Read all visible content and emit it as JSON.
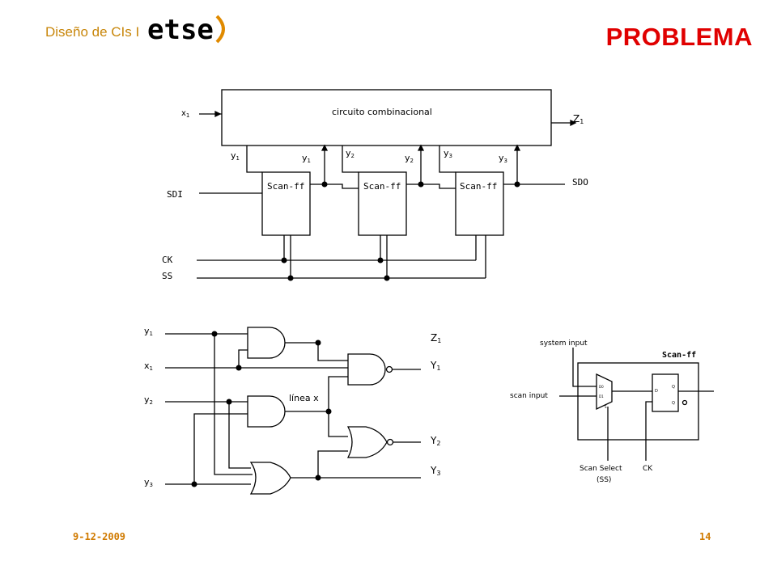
{
  "header": {
    "course": "Diseño de CIs I",
    "logo_text": "etse",
    "title": "PROBLEMA"
  },
  "footer": {
    "date": "9-12-2009",
    "page": "14"
  },
  "scan_chain": {
    "block_label": "circuito combinacional",
    "input_x": "x",
    "input_x_sub": "1",
    "output_z": "Z",
    "output_z_sub": "1",
    "ff_label": "Scan-ff",
    "state_vars": [
      {
        "name": "y",
        "sub": "1"
      },
      {
        "name": "y",
        "sub": "1"
      },
      {
        "name": "y",
        "sub": "2"
      },
      {
        "name": "y",
        "sub": "2"
      },
      {
        "name": "y",
        "sub": "3"
      },
      {
        "name": "y",
        "sub": "3"
      }
    ],
    "sdi": "SDI",
    "sdo": "SDO",
    "ck": "CK",
    "ss": "SS"
  },
  "logic": {
    "inputs": [
      {
        "name": "y",
        "sub": "1"
      },
      {
        "name": "x",
        "sub": "1"
      },
      {
        "name": "y",
        "sub": "2"
      },
      {
        "name": "y",
        "sub": "3"
      }
    ],
    "outputs": [
      {
        "name": "Z",
        "sub": "1"
      },
      {
        "name": "Y",
        "sub": "1"
      },
      {
        "name": "Y",
        "sub": "2"
      },
      {
        "name": "Y",
        "sub": "3"
      }
    ],
    "line_label": "línea x"
  },
  "scan_ff_detail": {
    "title": "Scan-ff",
    "system_input": "system input",
    "scan_input": "scan input",
    "scan_select": "Scan Select",
    "scan_select_abbr": "(SS)",
    "ck": "CK",
    "mux_d0": "D0",
    "mux_d1": "D1",
    "mux_sel": "S",
    "ff_d": "D",
    "ff_q": "Q",
    "ff_qn": "Q"
  }
}
